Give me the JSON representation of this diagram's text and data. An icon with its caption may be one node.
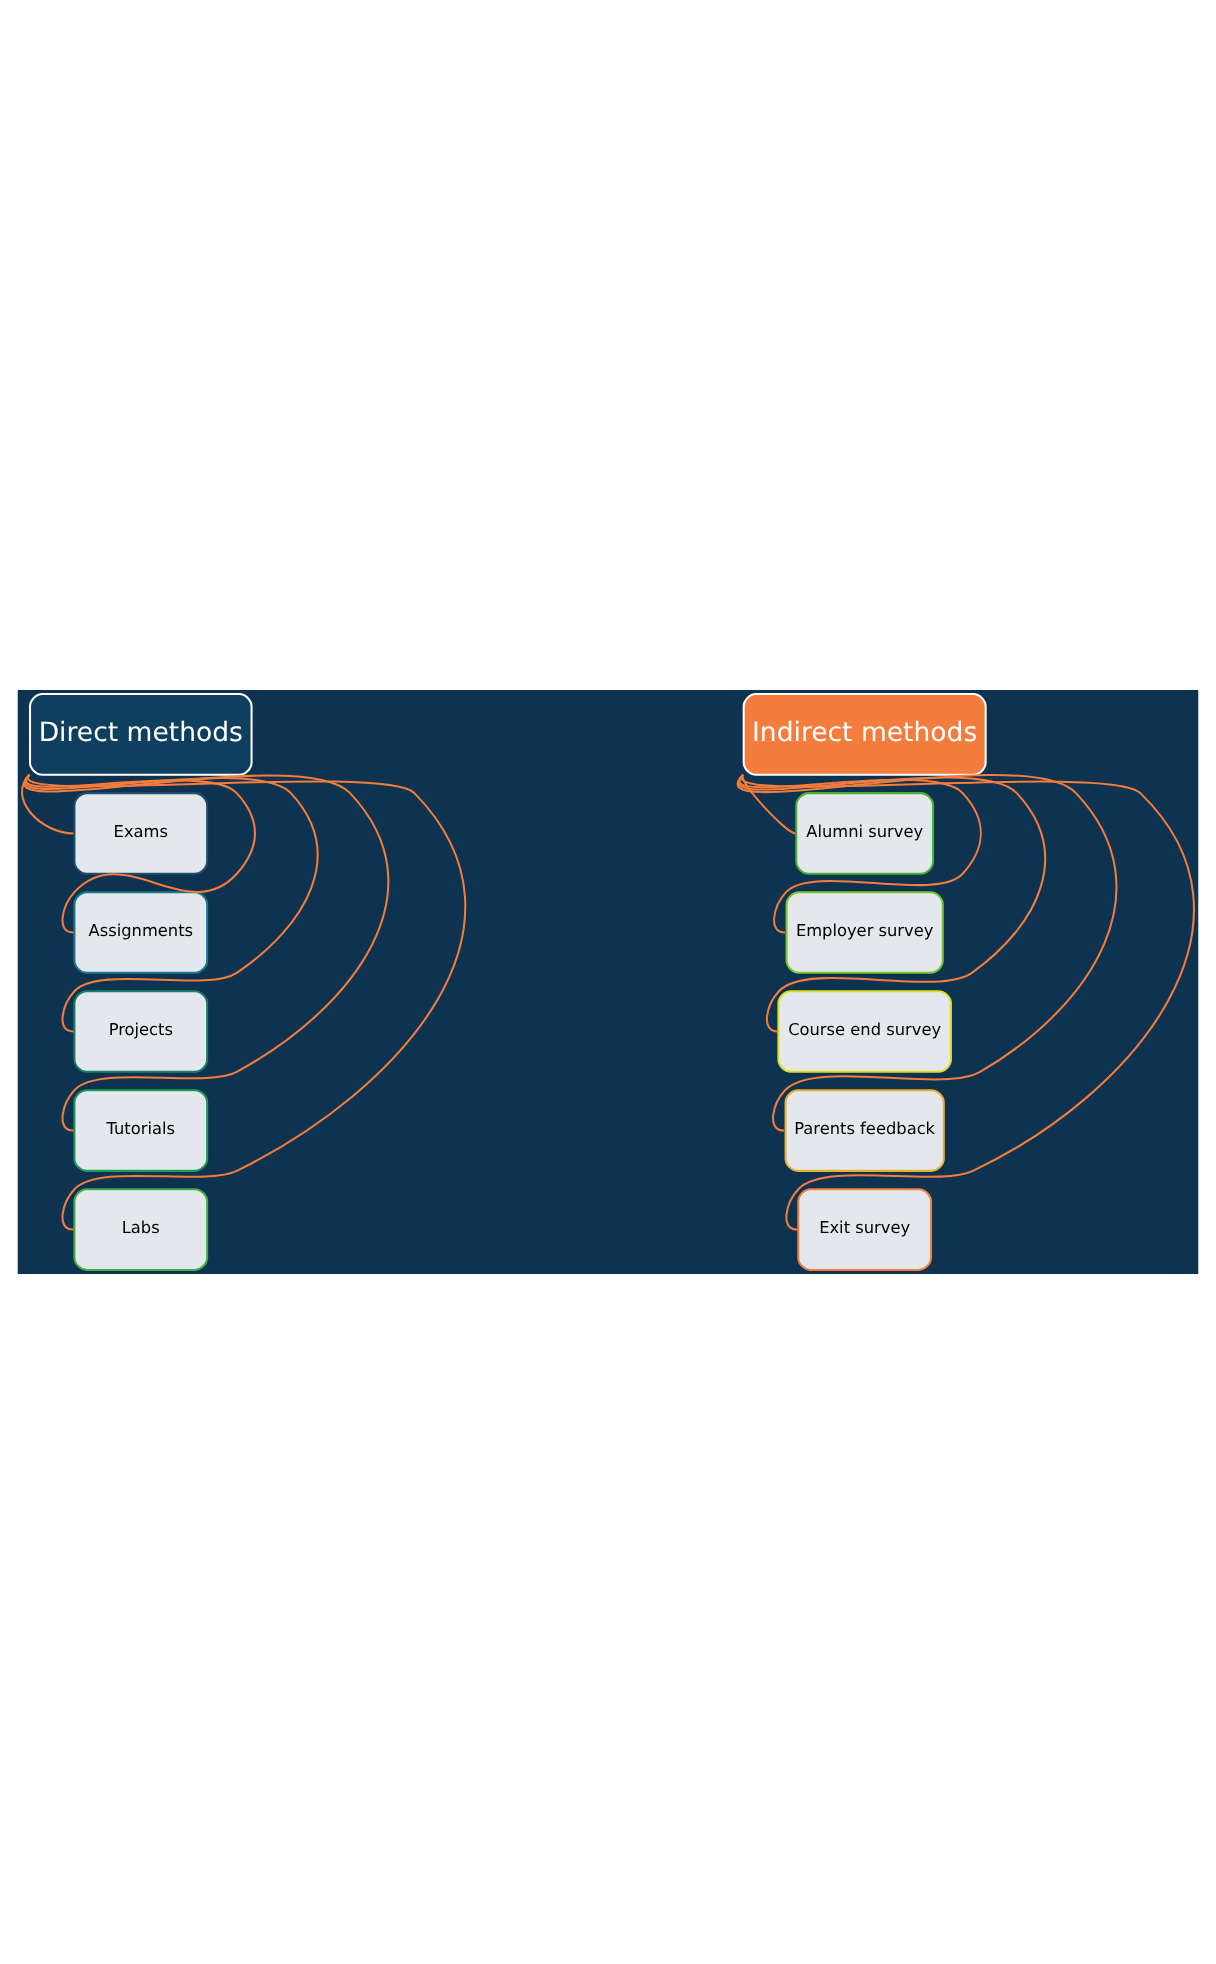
{
  "diagram": {
    "nodes": [
      {
        "text": [
          "Direct methods"
        ]
      },
      {
        "text": [
          "Exams"
        ]
      },
      {
        "text": [
          "Assignments"
        ]
      },
      {
        "text": [
          "Projects"
        ]
      },
      {
        "text": [
          "Tutorials"
        ]
      },
      {
        "text": [
          "Labs"
        ]
      },
      {
        "text": [
          "Indirect methods"
        ]
      },
      {
        "text": [
          "Alumni survey"
        ]
      },
      {
        "text": [
          "Employer survey"
        ]
      },
      {
        "text": [
          "Course end survey"
        ]
      },
      {
        "text": [
          "Parents feedback"
        ]
      },
      {
        "text": [
          "Exit survey"
        ]
      }
    ],
    "edges": [
      {
        "from": 0,
        "to": 1,
        "arrow": "none"
      },
      {
        "from": 0,
        "to": 2,
        "arrow": "none"
      },
      {
        "from": 0,
        "to": 3,
        "arrow": "none"
      },
      {
        "from": 0,
        "to": 4,
        "arrow": "none"
      },
      {
        "from": 0,
        "to": 5,
        "arrow": "none"
      },
      {
        "from": 6,
        "to": 7,
        "arrow": "none"
      },
      {
        "from": 6,
        "to": 8,
        "arrow": "none"
      },
      {
        "from": 6,
        "to": 9,
        "arrow": "none"
      },
      {
        "from": 6,
        "to": 10,
        "arrow": "none"
      },
      {
        "from": 6,
        "to": 11,
        "arrow": "none"
      }
    ]
  }
}
